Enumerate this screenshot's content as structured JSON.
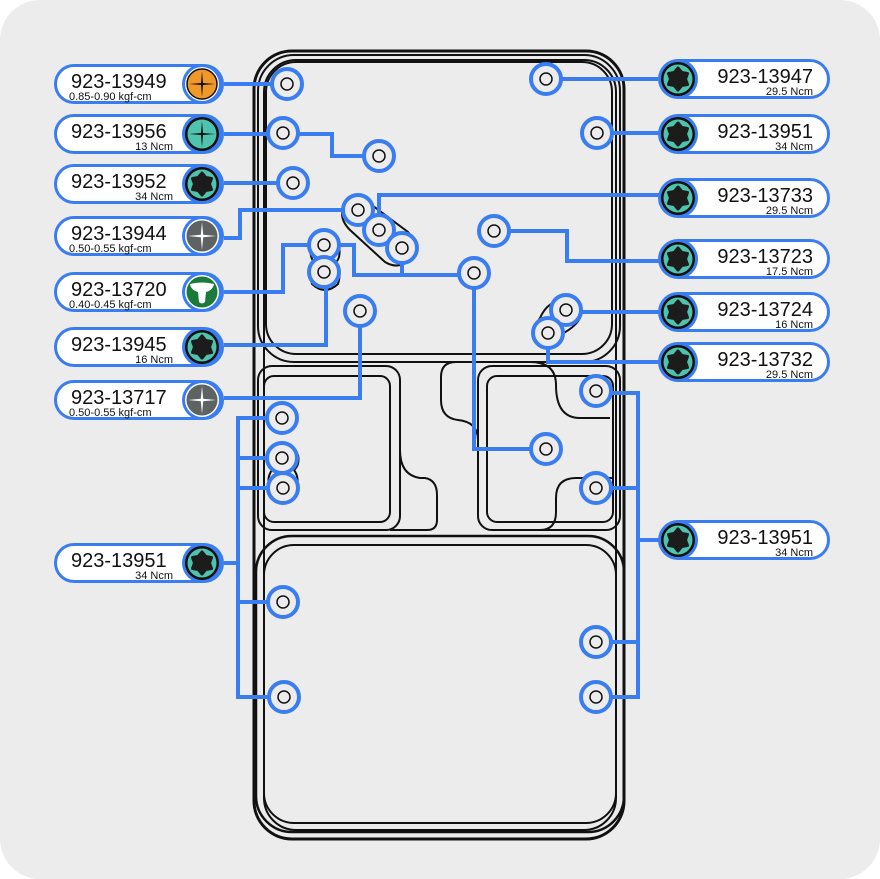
{
  "diagram": {
    "title": "",
    "colors": {
      "callout_blue": "#3a7df0",
      "torx_teal": "#4fc3ad",
      "torx_dark": "#1c1c1c",
      "phillips_orange": "#f0992a",
      "phillips_gray": "#5f6263",
      "tri_green": "#1b7a3a",
      "panel_bg": "#ececec"
    },
    "left_callouts": [
      {
        "part": "923-13949",
        "torque": "0.85-0.90 kgf-cm",
        "bit": "phillips-orange"
      },
      {
        "part": "923-13956",
        "torque": "13 Ncm",
        "bit": "phillips-teal"
      },
      {
        "part": "923-13952",
        "torque": "34 Ncm",
        "bit": "torx-teal"
      },
      {
        "part": "923-13944",
        "torque": "0.50-0.55 kgf-cm",
        "bit": "phillips-gray"
      },
      {
        "part": "923-13720",
        "torque": "0.40-0.45 kgf-cm",
        "bit": "tri-wing-green"
      },
      {
        "part": "923-13945",
        "torque": "16 Ncm",
        "bit": "torx-teal"
      },
      {
        "part": "923-13717",
        "torque": "0.50-0.55 kgf-cm",
        "bit": "phillips-gray"
      },
      {
        "part": "923-13951",
        "torque": "34 Ncm",
        "bit": "torx-teal"
      }
    ],
    "right_callouts": [
      {
        "part": "923-13947",
        "torque": "29.5 Ncm",
        "bit": "torx-teal"
      },
      {
        "part": "923-13951",
        "torque": "34 Ncm",
        "bit": "torx-teal"
      },
      {
        "part": "923-13733",
        "torque": "29.5 Ncm",
        "bit": "torx-teal"
      },
      {
        "part": "923-13723",
        "torque": "17.5 Ncm",
        "bit": "torx-teal"
      },
      {
        "part": "923-13724",
        "torque": "16 Ncm",
        "bit": "torx-teal"
      },
      {
        "part": "923-13732",
        "torque": "29.5 Ncm",
        "bit": "torx-teal"
      },
      {
        "part": "923-13951",
        "torque": "34 Ncm",
        "bit": "torx-teal"
      }
    ]
  }
}
